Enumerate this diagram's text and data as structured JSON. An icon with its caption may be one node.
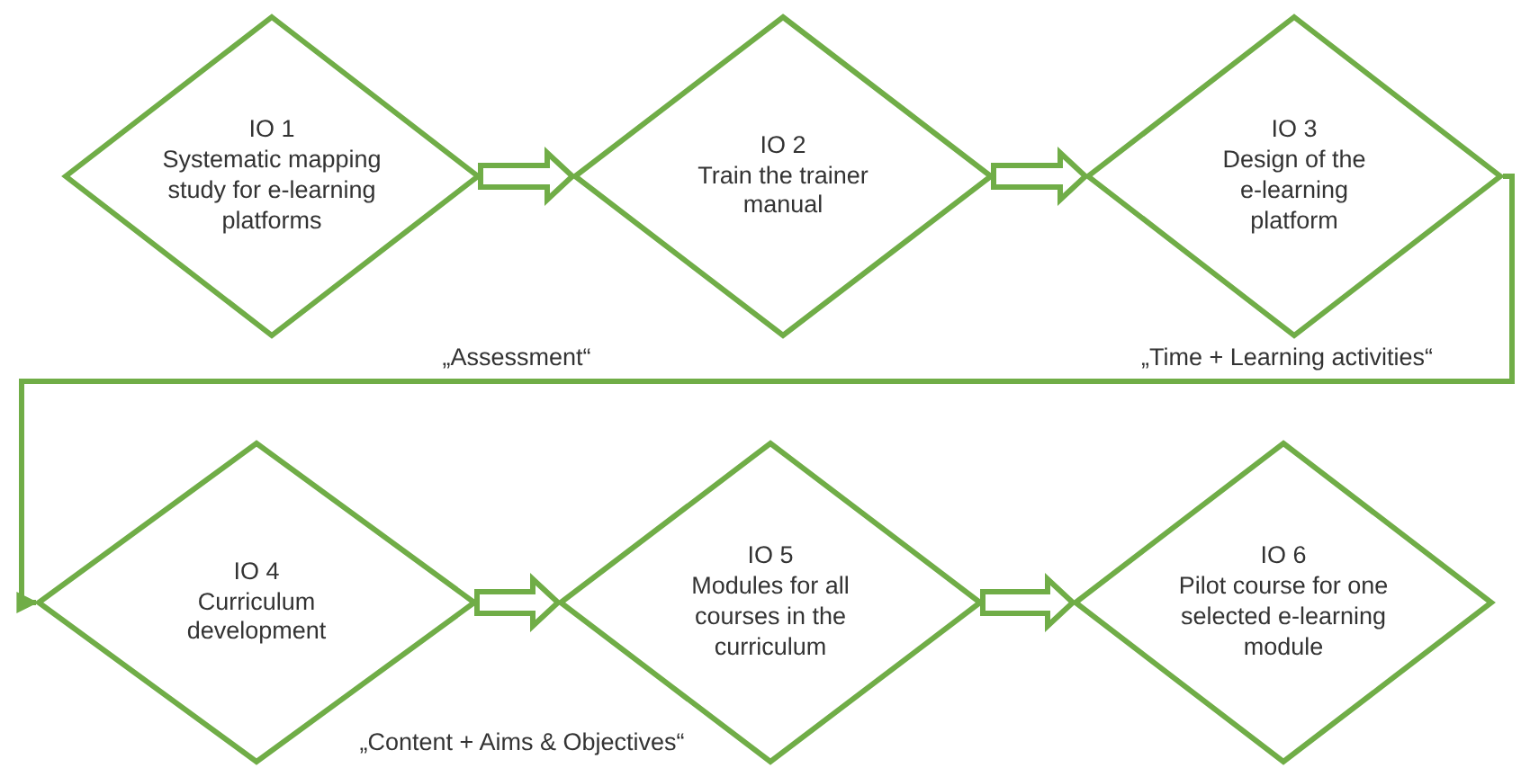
{
  "diagram": {
    "nodes": [
      {
        "text": [
          "IO 1",
          "Systematic mapping study for e-learning platforms"
        ]
      },
      {
        "text": [
          "IO 2",
          "Train the trainer manual"
        ]
      },
      {
        "text": [
          "IO 3",
          "Design of the e-learning platform"
        ]
      },
      {
        "text": [
          "IO 4",
          "Curriculum development"
        ]
      },
      {
        "text": [
          "IO 5",
          "Modules for all courses in the curriculum"
        ]
      },
      {
        "text": [
          "IO 6",
          "Pilot course for one selected e-learning module"
        ]
      }
    ],
    "edges": [
      {
        "from": 0,
        "to": 1,
        "arrow": "to"
      },
      {
        "from": 1,
        "to": 2,
        "arrow": "to"
      },
      {
        "from": 2,
        "to": 3,
        "arrow": "to"
      },
      {
        "from": 3,
        "to": 4,
        "arrow": "to"
      },
      {
        "from": 4,
        "to": 5,
        "arrow": "to"
      }
    ],
    "labels": [
      "„Assessment“",
      "„Time + Learning activities“",
      "„Content + Aims & Objectives“"
    ]
  }
}
